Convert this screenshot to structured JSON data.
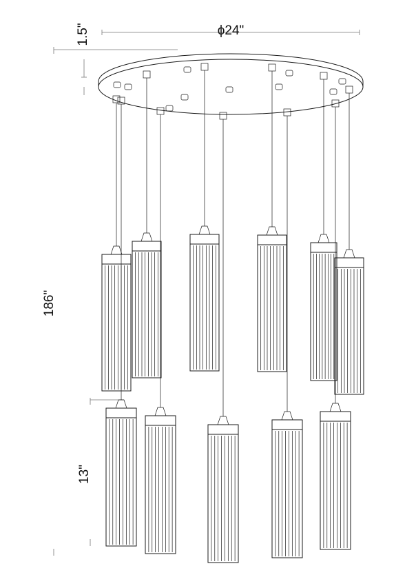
{
  "dimensions": {
    "diameter": "ϕ24\"",
    "canopy_height": "1.5\"",
    "overall_height": "186\"",
    "shade_height": "13\""
  },
  "fixture": {
    "pendant_count": 11,
    "tiers": [
      "upper",
      "lower"
    ]
  }
}
